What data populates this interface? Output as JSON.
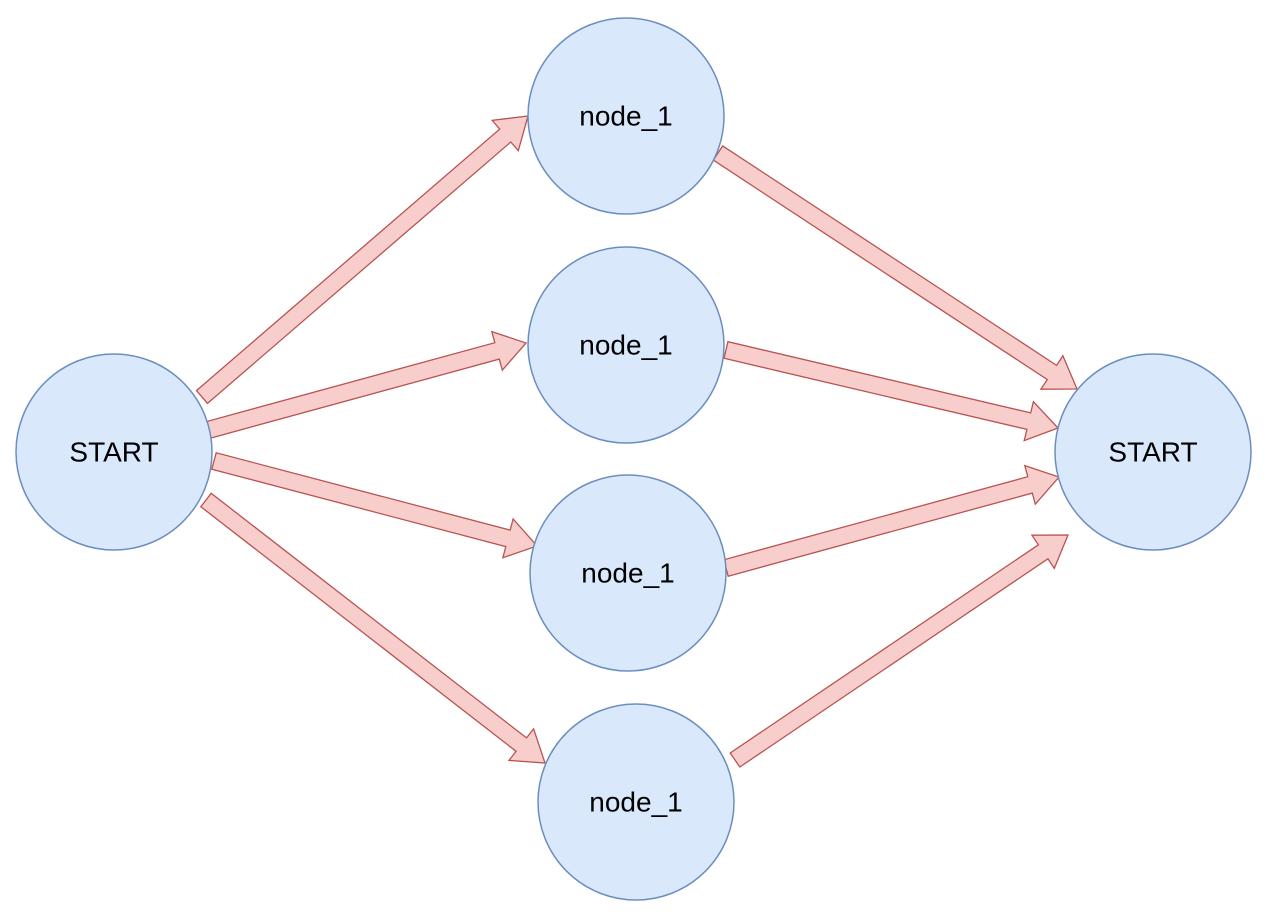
{
  "diagram": {
    "nodes": [
      {
        "id": "start_left",
        "label": "START"
      },
      {
        "id": "node_a",
        "label": "node_1"
      },
      {
        "id": "node_b",
        "label": "node_1"
      },
      {
        "id": "node_c",
        "label": "node_1"
      },
      {
        "id": "node_d",
        "label": "node_1"
      },
      {
        "id": "start_right",
        "label": "START"
      }
    ],
    "edges": [
      {
        "from": "start_left",
        "to": "node_a"
      },
      {
        "from": "start_left",
        "to": "node_b"
      },
      {
        "from": "start_left",
        "to": "node_c"
      },
      {
        "from": "start_left",
        "to": "node_d"
      },
      {
        "from": "node_a",
        "to": "start_right"
      },
      {
        "from": "node_b",
        "to": "start_right"
      },
      {
        "from": "node_c",
        "to": "start_right"
      },
      {
        "from": "node_d",
        "to": "start_right"
      }
    ],
    "colors": {
      "node_fill": "#dae8fc",
      "node_stroke": "#6c8ebf",
      "arrow_fill": "#f8cecc",
      "arrow_stroke": "#b85450"
    }
  }
}
